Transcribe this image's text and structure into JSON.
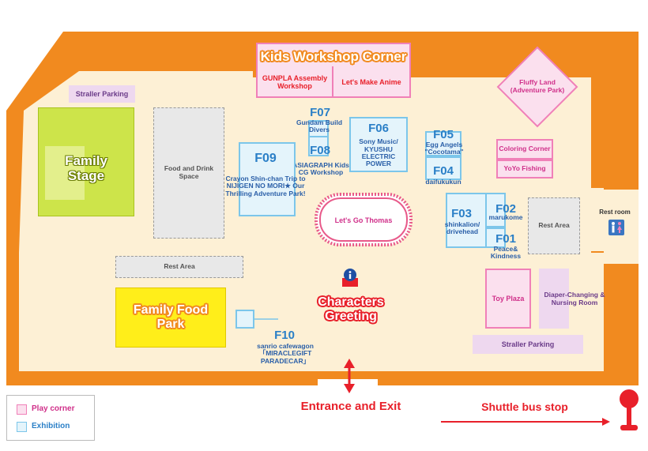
{
  "colors": {
    "wall": "#f18a1f",
    "floor": "#fdf0d5",
    "play_corner": "#f080b8",
    "exhibition": "#7cc6ea",
    "red": "#e8202a",
    "lime": "#cde44a",
    "yellow": "#ffee1a"
  },
  "kids_workshop": {
    "title": "Kids Workshop Corner",
    "left": "GUNPLA Assembly Workshop",
    "right": "Let's Make Anime"
  },
  "family_stage": "Family Stage",
  "family_food_park": "Family Food Park",
  "straller_parking_top": "Straller Parking",
  "straller_parking_bottom": "Straller Parking",
  "food_drink": "Food and Drink Space",
  "rest_area_left": "Rest Area",
  "rest_area_right": "Rest Area",
  "rest_room": "Rest room",
  "fluffy_land": "Fluffy Land (Adventure Park)",
  "coloring_corner": "Coloring Corner",
  "yoyo_fishing": "YoYo Fishing",
  "toy_plaza": "Toy Plaza",
  "diaper": "Diaper-Changing & Nursing Room",
  "lets_go_thomas": "Let's Go Thomas",
  "characters_greeting": "Characters Greeting",
  "info_icon": "information-icon",
  "booths": {
    "f07": {
      "code": "F07",
      "name": "Gundam Build Divers"
    },
    "f08": {
      "code": "F08",
      "name": "ASIAGRAPH Kids CG Workshop"
    },
    "f06": {
      "code": "F06",
      "name": "Sony Music/ KYUSHU ELECTRIC POWER"
    },
    "f05": {
      "code": "F05",
      "name": "Egg Angels \"Cocotama\""
    },
    "f04": {
      "code": "F04",
      "name": "daifukukun"
    },
    "f09": {
      "code": "F09",
      "name": "Crayon Shin-chan Trip to NIJIGEN NO MORI★ Our Thrilling Adventure Park!"
    },
    "f03": {
      "code": "F03",
      "name": "shinkalion/ drivehead"
    },
    "f02": {
      "code": "F02",
      "name": "marukome"
    },
    "f01": {
      "code": "F01",
      "name": "Peace& Kindness"
    },
    "f10": {
      "code": "F10",
      "name": "sanrio cafewagon 「MIRACLEGIFT PARADECAR」"
    }
  },
  "entrance_exit": "Entrance and Exit",
  "shuttle_bus_stop": "Shuttle bus stop",
  "legend": {
    "play_corner": "Play corner",
    "exhibition": "Exhibition"
  }
}
